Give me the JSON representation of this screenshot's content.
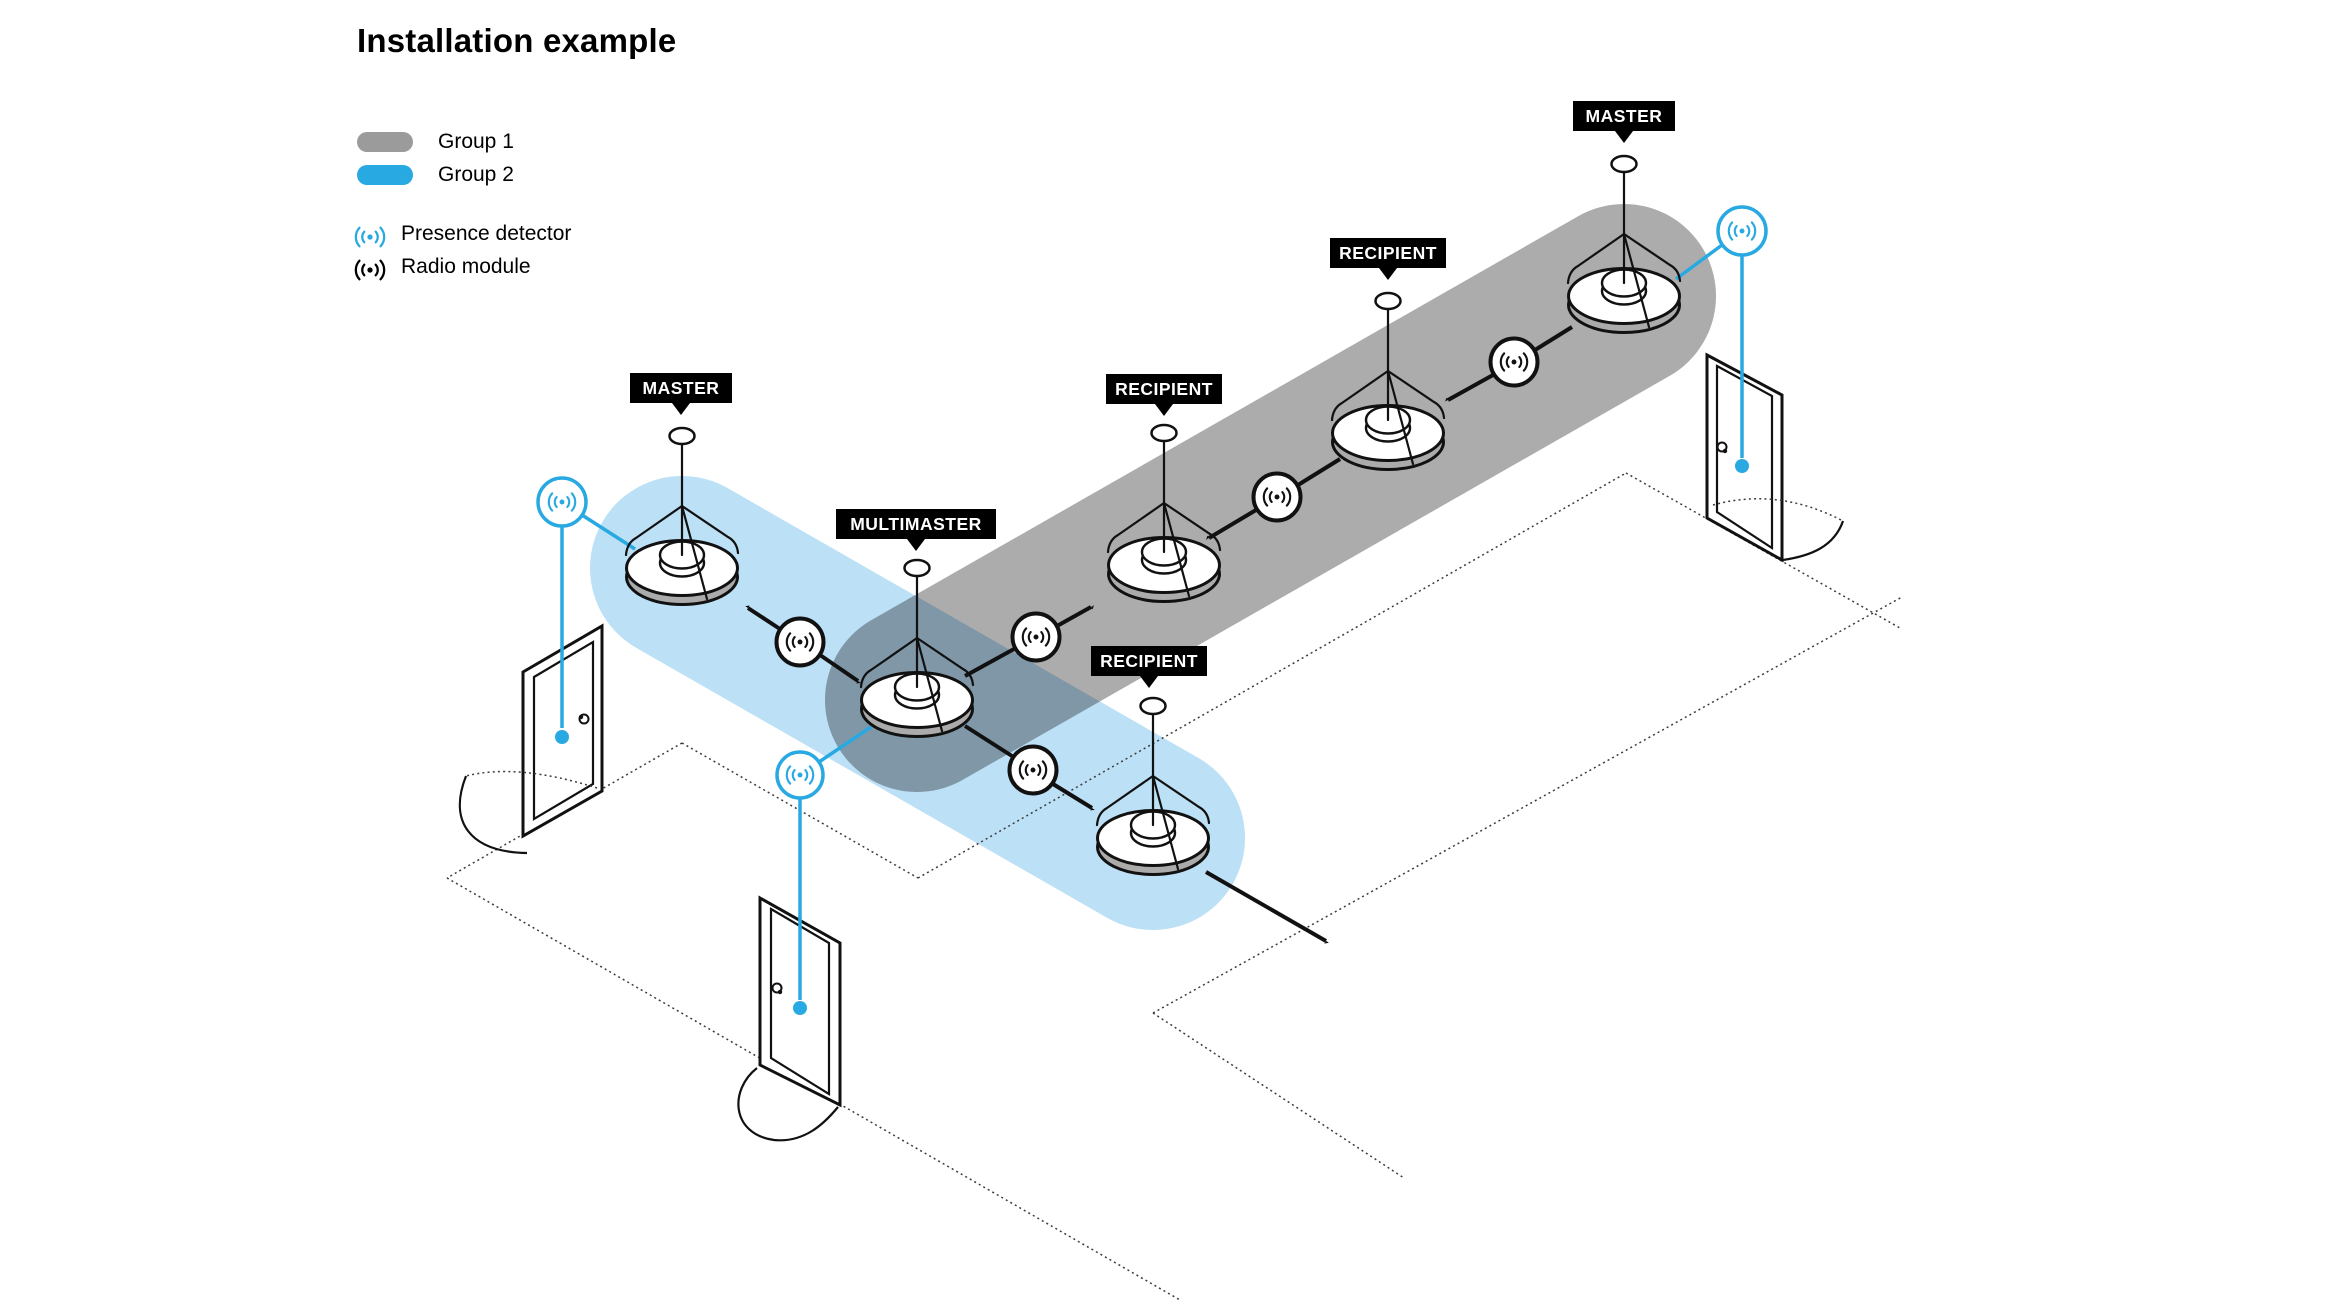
{
  "title": "Installation example",
  "legend": {
    "groups": [
      {
        "label": "Group 1",
        "color": "#9B9B9B"
      },
      {
        "label": "Group 2",
        "color": "#29A9E1"
      }
    ],
    "symbols": [
      {
        "label": "Presence detector",
        "icon": "radio-waves-icon",
        "color": "#29A9E1"
      },
      {
        "label": "Radio module",
        "icon": "radio-waves-icon",
        "color": "#000000"
      }
    ]
  },
  "nodes": [
    {
      "id": "master-left",
      "label": "MASTER"
    },
    {
      "id": "multimaster",
      "label": "MULTIMASTER"
    },
    {
      "id": "recipient-middle",
      "label": "RECIPIENT"
    },
    {
      "id": "recipient-right",
      "label": "RECIPIENT"
    },
    {
      "id": "master-top",
      "label": "MASTER"
    },
    {
      "id": "recipient-bottom",
      "label": "RECIPIENT"
    }
  ],
  "colors": {
    "accent_blue": "#29A9E1",
    "band_blue": "#BCE0F6",
    "band_gray": "#ACACAC",
    "label_bg": "#000000",
    "label_text": "#FFFFFF",
    "line_black": "#111111"
  }
}
